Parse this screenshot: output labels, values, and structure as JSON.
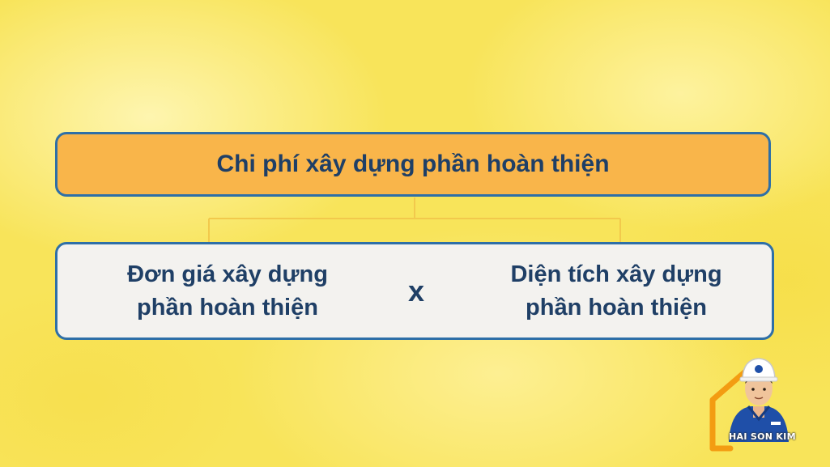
{
  "diagram": {
    "top_label": "Chi phí xây dựng phần hoàn thiện",
    "left_term": "Đơn giá xây dựng\nphần hoàn thiện",
    "operator": "x",
    "right_term": "Diện tích xây dựng\nphần hoàn thiện"
  },
  "brand": {
    "name": "HAI SON KIM"
  },
  "colors": {
    "top_fill": "#f9b54a",
    "border": "#2e6fa7",
    "text": "#1f3f66",
    "bottom_fill": "#f3f2ef",
    "connector": "#f2c94c"
  }
}
